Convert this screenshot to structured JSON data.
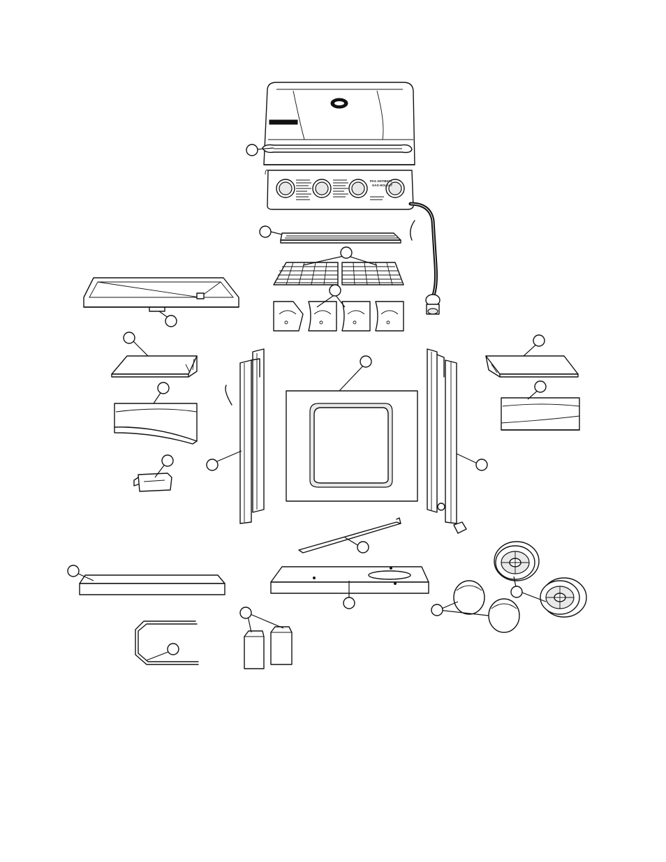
{
  "diagram": {
    "panel_text": [
      "PAS ANTIBIOS",
      "GAS HOLD-IT"
    ],
    "callouts": [
      "lid-handle",
      "warming-rack",
      "cooking-grids",
      "flame-tamers",
      "drip-tray",
      "drip-tray-clip",
      "side-shelf-left",
      "side-shelf-right",
      "side-trim-left",
      "side-trim-right",
      "tank-bracket",
      "leg-left",
      "back-panel",
      "leg-right",
      "cross-brace",
      "front-rail",
      "bottom-shelf",
      "tank-retainer",
      "caster-pair",
      "wheel-caps",
      "wheels"
    ]
  }
}
